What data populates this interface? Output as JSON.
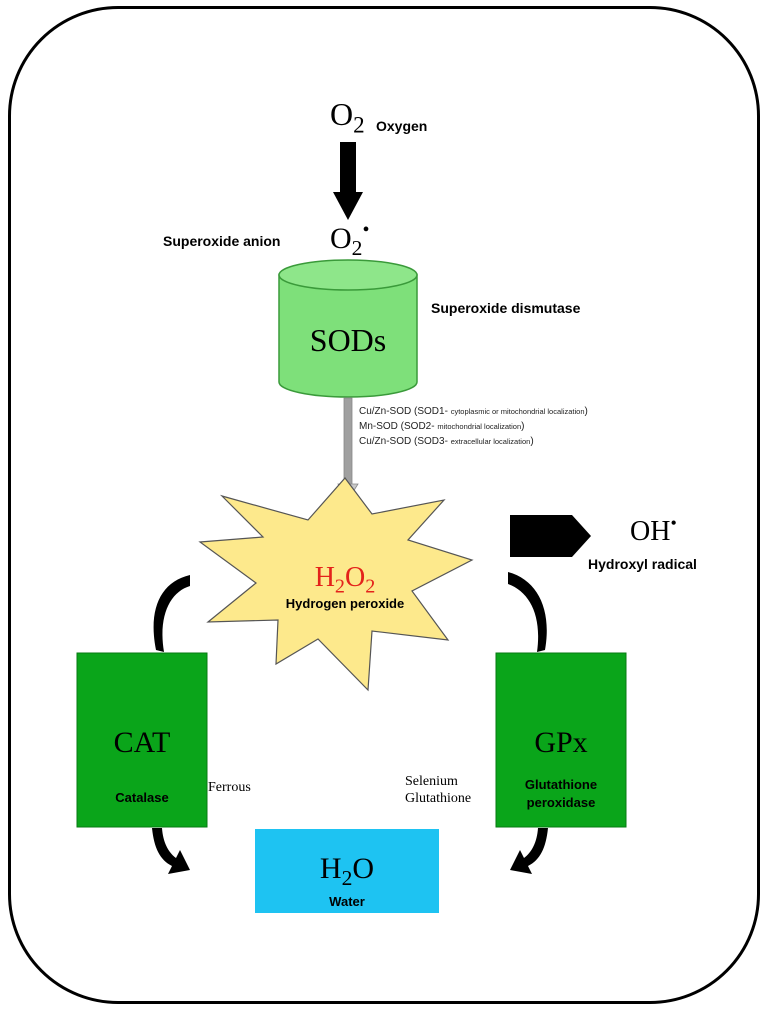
{
  "oxygen": {
    "symbol": "O",
    "sub": "2",
    "label": "Oxygen"
  },
  "superoxide": {
    "symbol": "O",
    "sub": "2",
    "dot": "•",
    "label": "Superoxide anion"
  },
  "sod": {
    "label": "SODs",
    "name": "Superoxide dismutase"
  },
  "sod_isoforms": [
    {
      "name": "Cu/Zn-SOD (SOD1-",
      "detail": "cytoplasmic or mitochondrial localization",
      "end": ")"
    },
    {
      "name": "Mn-SOD (SOD2-",
      "detail": "mitochondrial localization",
      "end": ")"
    },
    {
      "name": "Cu/Zn-SOD (SOD3-",
      "detail": "extracellular localization",
      "end": ")"
    }
  ],
  "h2o2": {
    "h": "H",
    "sub1": "2",
    "o": "O",
    "sub2": "2",
    "label": "Hydrogen peroxide"
  },
  "hydroxyl": {
    "symbol": "OH",
    "dot": "•",
    "label": "Hydroxyl radical"
  },
  "cat": {
    "label": "CAT",
    "name": "Catalase",
    "cofactor": "Ferrous"
  },
  "gpx": {
    "label": "GPx",
    "name_line1": "Glutathione",
    "name_line2": "peroxidase",
    "cofactor_line1": "Selenium",
    "cofactor_line2": "Glutathione"
  },
  "water": {
    "h": "H",
    "sub": "2",
    "o": "O",
    "label": "Water"
  },
  "colors": {
    "sod_fill": "#7ee07a",
    "sod_stroke": "#3a9a3a",
    "enzyme_green": "#0aa51a",
    "water_blue": "#1ec3f2",
    "star_fill": "#fde98c",
    "h2o2_red": "#e4221b",
    "arrow_gray": "#a0a0a0"
  }
}
